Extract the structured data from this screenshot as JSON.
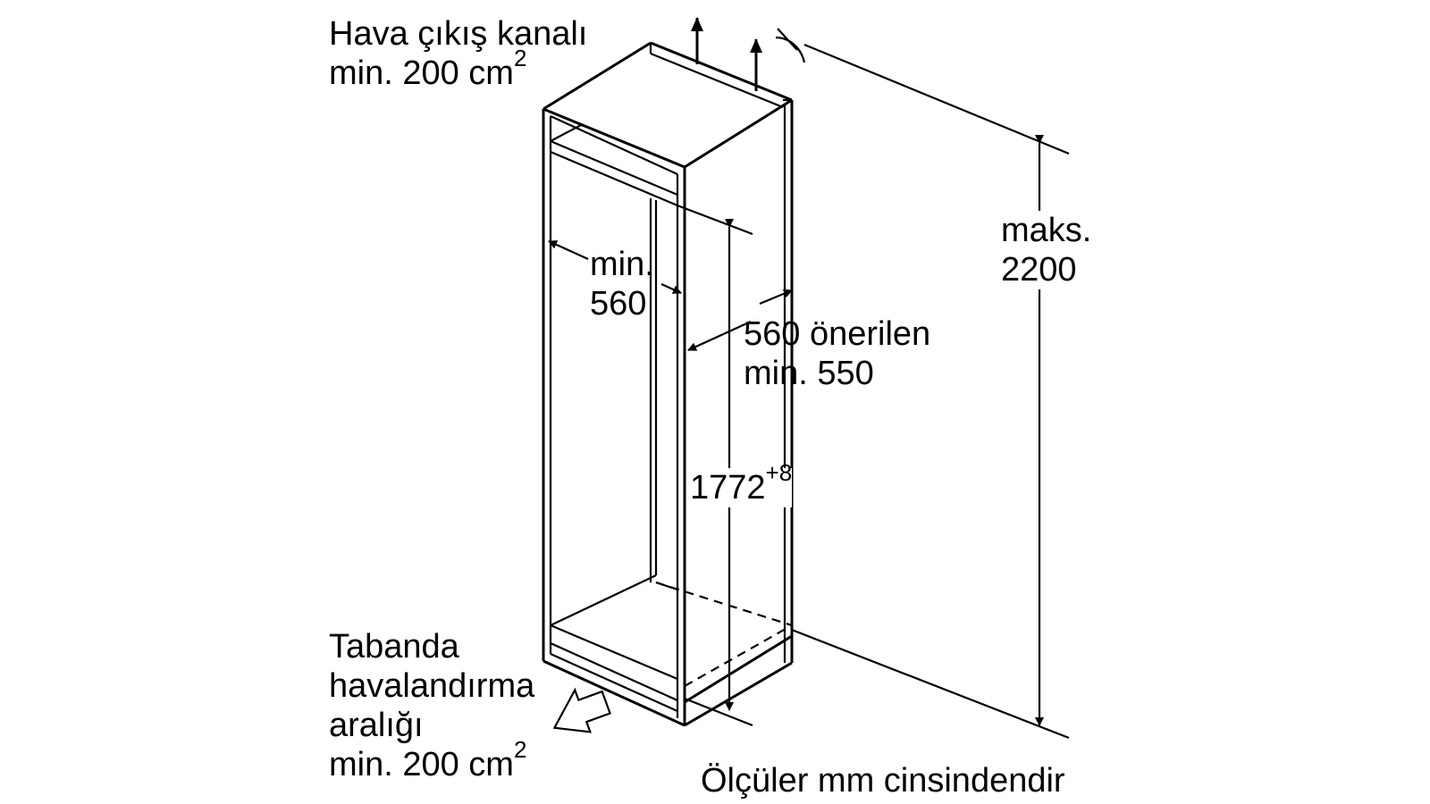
{
  "labels": {
    "air_outlet": {
      "line1": "Hava çıkış kanalı",
      "line2_text": "min. 200 cm",
      "line2_sup": "2"
    },
    "inner_width": {
      "line1": "min.",
      "line2": "560"
    },
    "depth": {
      "line1": "560 önerilen",
      "line2": "min. 550"
    },
    "niche_height": {
      "text": "1772",
      "sup": "+8"
    },
    "max_height": {
      "line1": "maks.",
      "line2": "2200"
    },
    "base_vent": {
      "line1": "Tabanda",
      "line2": "havalandırma",
      "line3": "aralığı",
      "line4_text": "min. 200 cm",
      "line4_sup": "2"
    },
    "units_note": "Ölçüler mm cinsindendir"
  },
  "colors": {
    "line": "#000000",
    "background": "#ffffff"
  }
}
